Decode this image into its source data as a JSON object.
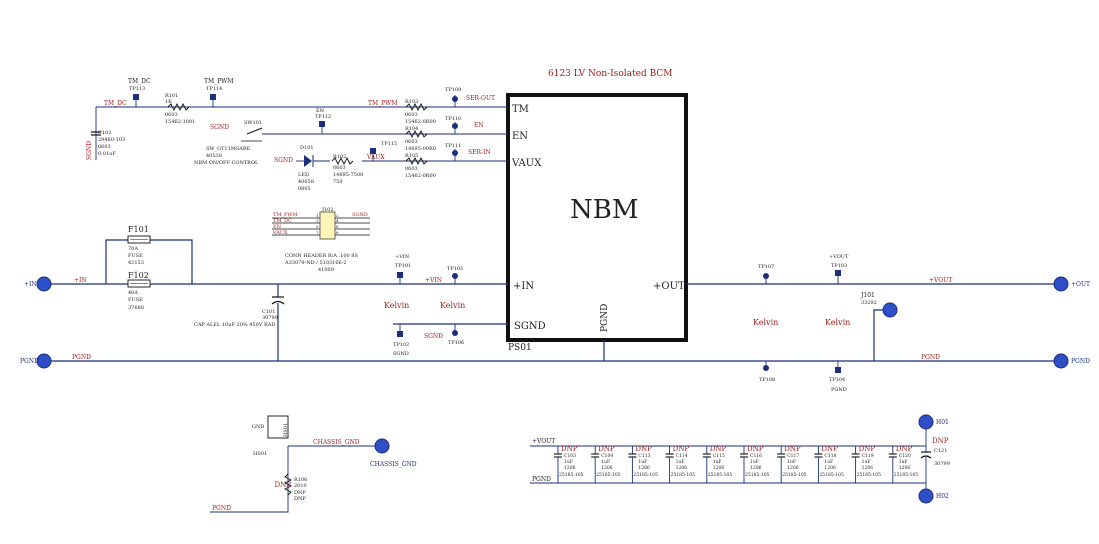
{
  "title": "6123 LV Non-Isolated BCM",
  "module": {
    "name": "NBM",
    "ref": "PS01",
    "pins": [
      "TM",
      "EN",
      "VAUX",
      "+IN",
      "SGND",
      "PGND",
      "+OUT"
    ]
  },
  "ports": {
    "in": "+IN",
    "out": "+OUT",
    "pgnd_left": "PGND",
    "pgnd_right": "PGND",
    "chassis": "CHASSIS_GND"
  },
  "nets": {
    "tm_dc": "TM_DC",
    "tm_pwm": "TM_PWM",
    "sgnd": "SGND",
    "en": "EN",
    "vaux": "VAUX",
    "pin": "+IN",
    "pvin": "+VIN",
    "pvout": "+VOUT",
    "pgnd": "PGND",
    "chassis": "CHASSIS_GND",
    "ser_out": "SER-OUT",
    "ser_in": "SER-IN",
    "sgnd_small": "SGND"
  },
  "testpoints": {
    "tp113": [
      "TM_DC",
      "TP113"
    ],
    "tp114": [
      "TM_PWM",
      "TP114"
    ],
    "tp112": [
      "EN",
      "TP112"
    ],
    "tp115": "TP115",
    "tp109": "TP109",
    "tp110": "TP110",
    "tp111": "TP111",
    "tp101": [
      "+VIN",
      "TP101"
    ],
    "tp105": "TP105",
    "tp102": [
      "TP102",
      "SGND"
    ],
    "tp106": "TP106",
    "tp107": "TP107",
    "tp103": [
      "+VOUT",
      "TP103"
    ],
    "tp108": "TP108",
    "tp104": [
      "TP104",
      "PGND"
    ]
  },
  "components": {
    "c102": [
      "C102",
      "29480-103",
      "0603",
      "0.01uF"
    ],
    "r101": [
      "R101",
      "1K",
      "0603",
      "15462-1001"
    ],
    "sw101": [
      "SW101",
      "SW_GT11MSABE",
      "40538",
      "NBM ON/OFF CONTROL"
    ],
    "d101": [
      "D101",
      "LED",
      "40658",
      "0805"
    ],
    "r102": [
      "R102",
      "0603",
      "14695-7500",
      "750"
    ],
    "r103": [
      "R103",
      "0603",
      "15462-0R00"
    ],
    "r104": [
      "R104",
      "0603",
      "14695-00R0"
    ],
    "r105": [
      "R105",
      "0603",
      "15462-0R00"
    ],
    "j102": {
      "ref": "J102",
      "left": [
        "TM_PWM",
        "TM_DC",
        "EN",
        "VAUX"
      ],
      "right": "SGND",
      "pins": [
        "1",
        "2",
        "3",
        "4",
        "5",
        "6",
        "7",
        "8"
      ],
      "desc": [
        "CONN HEADER R/A .100 8S",
        "A33079-ND / 5103166-2",
        "41009"
      ]
    },
    "f101": [
      "F101",
      "70A",
      "FUSE",
      "42153"
    ],
    "f102": [
      "F102",
      "40A",
      "FUSE",
      "37688"
    ],
    "c101": [
      "C101",
      "30799",
      "CAP ALEL 10uF 20% 450V RAD"
    ],
    "j101": [
      "J101",
      "33292"
    ],
    "hs01": [
      "GND",
      "HS01",
      "HS01"
    ],
    "r106": [
      "R106",
      "2010",
      "DNP",
      "DNP"
    ],
    "h01": "H01",
    "h02": "H02",
    "c121": [
      "C121",
      "30799"
    ]
  },
  "kelvin": [
    "Kelvin",
    "Kelvin",
    "Kelvin",
    "Kelvin"
  ],
  "dnp": "DNP",
  "cap_row": {
    "net_top": "+VOUT",
    "net_bottom": "PGND",
    "caps": [
      {
        "ref": "C103",
        "val": "1uF",
        "pkg": "1206",
        "pn": "25185-105"
      },
      {
        "ref": "C104",
        "val": "1uF",
        "pkg": "1206",
        "pn": "25185-105"
      },
      {
        "ref": "C113",
        "val": "1uF",
        "pkg": "1206",
        "pn": "25185-105"
      },
      {
        "ref": "C114",
        "val": "1uF",
        "pkg": "1206",
        "pn": "25185-105"
      },
      {
        "ref": "C115",
        "val": "1uF",
        "pkg": "1206",
        "pn": "25185-105"
      },
      {
        "ref": "C116",
        "val": "1uF",
        "pkg": "1206",
        "pn": "25185-105"
      },
      {
        "ref": "C117",
        "val": "1uF",
        "pkg": "1206",
        "pn": "25185-105"
      },
      {
        "ref": "C118",
        "val": "1uF",
        "pkg": "1206",
        "pn": "25185-105"
      },
      {
        "ref": "C119",
        "val": "1uF",
        "pkg": "1206",
        "pn": "25185-105"
      },
      {
        "ref": "C120",
        "val": "1uF",
        "pkg": "1206",
        "pn": "25185-105"
      }
    ]
  }
}
